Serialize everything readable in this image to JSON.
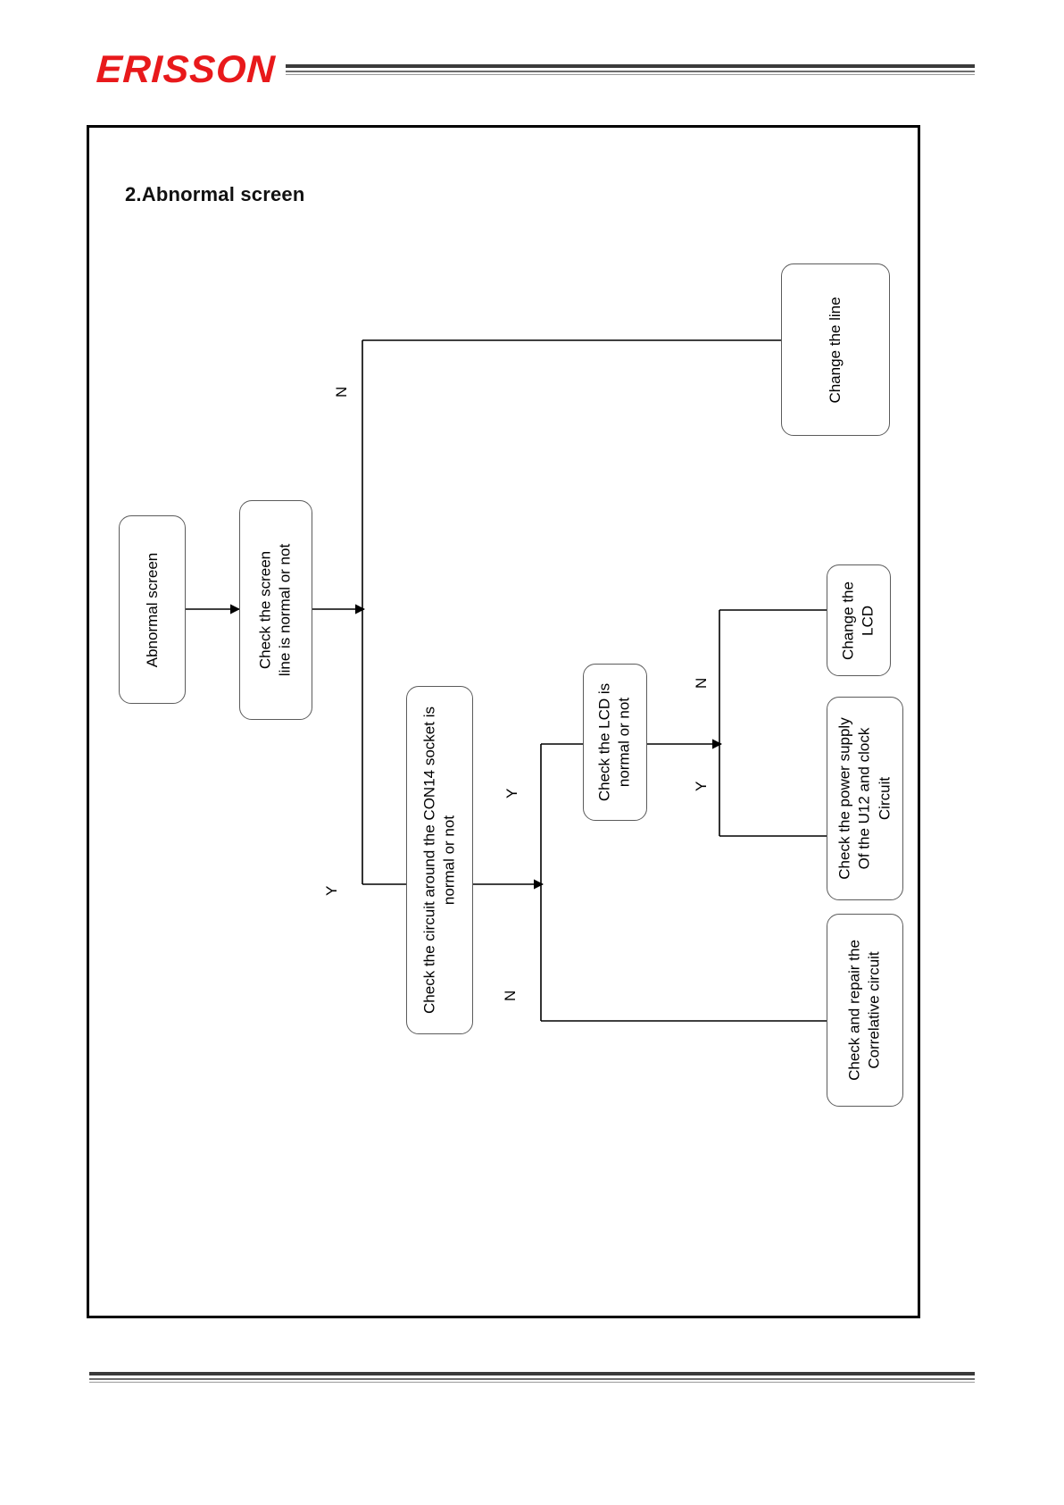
{
  "brand": {
    "logo_text": "ERISSON"
  },
  "document": {
    "section_title": "2.Abnormal screen",
    "footer_mark": ""
  },
  "chart_data": {
    "type": "diagram",
    "title": "2.Abnormal screen",
    "orientation": "rotated-90-ccw",
    "nodes": [
      {
        "id": "start",
        "label": "Abnormal screen"
      },
      {
        "id": "check_line",
        "label": "Check the screen\nline is normal or not"
      },
      {
        "id": "change_line",
        "label": "Change the line"
      },
      {
        "id": "check_con14",
        "label": "Check the circuit around the CON14 socket is\nnormal or not"
      },
      {
        "id": "check_lcd",
        "label": "Check the LCD is\nnormal or not"
      },
      {
        "id": "change_lcd",
        "label": "Change the\nLCD"
      },
      {
        "id": "check_power",
        "label": "Check the power supply\nOf the U12 and clock\nCircuit"
      },
      {
        "id": "check_repair",
        "label": "Check and repair the\nCorrelative circuit"
      }
    ],
    "edges": [
      {
        "from": "start",
        "to": "check_line",
        "label": ""
      },
      {
        "from": "check_line",
        "to": "change_line",
        "label": "N"
      },
      {
        "from": "check_line",
        "to": "check_con14",
        "label": "Y"
      },
      {
        "from": "check_con14",
        "to": "check_lcd",
        "label": "Y"
      },
      {
        "from": "check_con14",
        "to": "check_repair",
        "label": "N"
      },
      {
        "from": "check_lcd",
        "to": "change_lcd",
        "label": "N"
      },
      {
        "from": "check_lcd",
        "to": "check_power",
        "label": "Y"
      }
    ]
  },
  "flow": {
    "nodes": {
      "start": {
        "label": "Abnormal screen"
      },
      "check_line": {
        "label": "Check the screen\nline is normal or not"
      },
      "change_line": {
        "label": "Change the line"
      },
      "check_con14": {
        "label": "Check the circuit around the CON14 socket is\nnormal or not"
      },
      "check_lcd": {
        "label": "Check the LCD is\nnormal or not"
      },
      "change_lcd": {
        "label": "Change the\nLCD"
      },
      "check_power": {
        "label": "Check the power supply\nOf the U12 and clock\nCircuit"
      },
      "check_repair": {
        "label": "Check and repair the\nCorrelative circuit"
      }
    },
    "labels": {
      "line_n": "N",
      "line_y": "Y",
      "con14_y": "Y",
      "con14_n": "N",
      "lcd_n": "N",
      "lcd_y": "Y"
    }
  }
}
